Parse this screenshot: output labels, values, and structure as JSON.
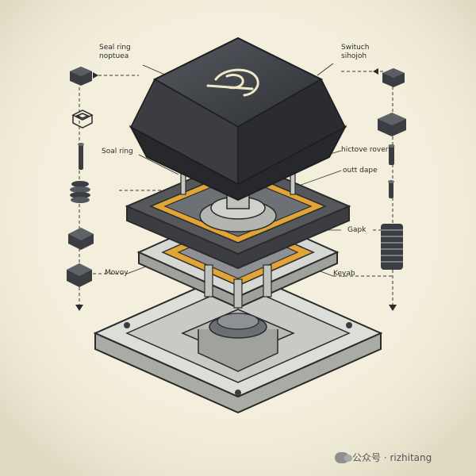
{
  "labels": {
    "top_left": [
      "Seal ring",
      "noptuea"
    ],
    "top_right": [
      "Swituch",
      "sihojoh"
    ],
    "mid_left": "Soal ring",
    "mid_right_1": "hictove rover",
    "mid_right_2": "outt dape",
    "gap": "Gapk",
    "left_low": "Movoy",
    "right_low": "Keyab"
  },
  "watermark": "公众号 · rizhitang",
  "colors": {
    "background": "#f3efdc",
    "keycap": "#3b3d42",
    "frame": "#55575b",
    "accent": "#e0a437",
    "base": "#d9dbd6",
    "line": "#2b2b2b"
  }
}
